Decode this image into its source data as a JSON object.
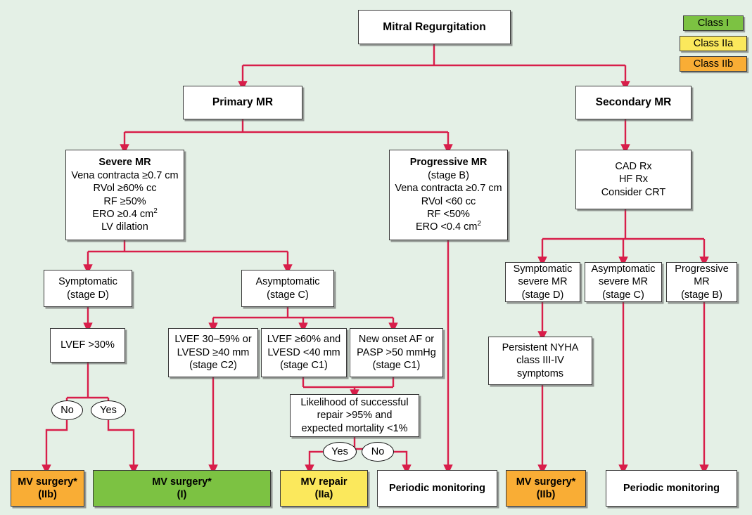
{
  "figure": {
    "title": "Mitral Regurgitation",
    "background_color": "#e4f0e6",
    "connector_color": "#d81e4a",
    "box_border_color": "#3a3a3a"
  },
  "legend": {
    "items": [
      {
        "label": "Class I",
        "color": "#7cc242"
      },
      {
        "label": "Class IIa",
        "color": "#fbe85c"
      },
      {
        "label": "Class IIb",
        "color": "#f9ad35"
      }
    ]
  },
  "nodes": {
    "root": {
      "title": "Mitral Regurgitation"
    },
    "primary_mr": {
      "title": "Primary MR"
    },
    "secondary_mr": {
      "title": "Secondary MR"
    },
    "severe_mr": {
      "title": "Severe MR",
      "lines": [
        "Vena contracta ≥0.7 cm",
        "RVol ≥60% cc",
        "RF ≥50%",
        "ERO ≥0.4 cm",
        "LV dilation"
      ],
      "line_sup_index": 3,
      "sup": "2"
    },
    "progressive_mr": {
      "title": "Progressive MR",
      "lines": [
        "(stage B)",
        "Vena contracta ≥0.7 cm",
        "RVol <60 cc",
        "RF <50%",
        "ERO <0.4 cm"
      ],
      "line_sup_index": 4,
      "sup": "2"
    },
    "cad_rx": {
      "lines": [
        "CAD Rx",
        "HF Rx",
        "Consider CRT"
      ]
    },
    "symptomatic_d": {
      "lines": [
        "Symptomatic",
        "(stage D)"
      ]
    },
    "asymptomatic_c": {
      "lines": [
        "Asymptomatic",
        "(stage C)"
      ]
    },
    "lvef_30": {
      "lines": [
        "LVEF >30%"
      ]
    },
    "stage_c2": {
      "lines": [
        "LVEF 30–59% or",
        "LVESD ≥40 mm",
        "(stage C2)"
      ]
    },
    "stage_c1_lvef": {
      "lines": [
        "LVEF ≥60% and",
        "LVESD <40 mm",
        "(stage C1)"
      ]
    },
    "stage_c1_af": {
      "lines": [
        "New onset AF or",
        "PASP >50 mmHg",
        "(stage C1)"
      ]
    },
    "repair_likelihood": {
      "lines": [
        "Likelihood of successful",
        "repair >95% and",
        "expected mortality <1%"
      ]
    },
    "sec_symptomatic": {
      "lines": [
        "Symptomatic",
        "severe MR",
        "(stage D)"
      ]
    },
    "sec_asymptomatic": {
      "lines": [
        "Asymptomatic",
        "severe MR",
        "(stage C)"
      ]
    },
    "sec_progressive": {
      "lines": [
        "Progressive",
        "MR",
        "(stage B)"
      ]
    },
    "nyha": {
      "lines": [
        "Persistent NYHA",
        "class III-IV",
        "symptoms"
      ]
    },
    "out_mv_surgery_iib_left": {
      "lines": [
        "MV surgery*",
        "(IIb)"
      ],
      "color": "#f9ad35",
      "class": "orange"
    },
    "out_mv_surgery_i": {
      "lines": [
        "MV surgery*",
        "(I)"
      ],
      "color": "#7cc242",
      "class": "green"
    },
    "out_mv_repair_iia": {
      "lines": [
        "MV repair",
        "(IIa)"
      ],
      "color": "#fbe85c",
      "class": "yellow"
    },
    "out_periodic_mid": {
      "lines": [
        "Periodic monitoring"
      ],
      "color": "#ffffff",
      "class": "white"
    },
    "out_mv_surgery_iib_right": {
      "lines": [
        "MV surgery*",
        "(IIb)"
      ],
      "color": "#f9ad35",
      "class": "orange"
    },
    "out_periodic_right": {
      "lines": [
        "Periodic monitoring"
      ],
      "color": "#ffffff",
      "class": "white"
    }
  },
  "decision_labels": {
    "lvef_no": "No",
    "lvef_yes": "Yes",
    "repair_yes": "Yes",
    "repair_no": "No"
  }
}
